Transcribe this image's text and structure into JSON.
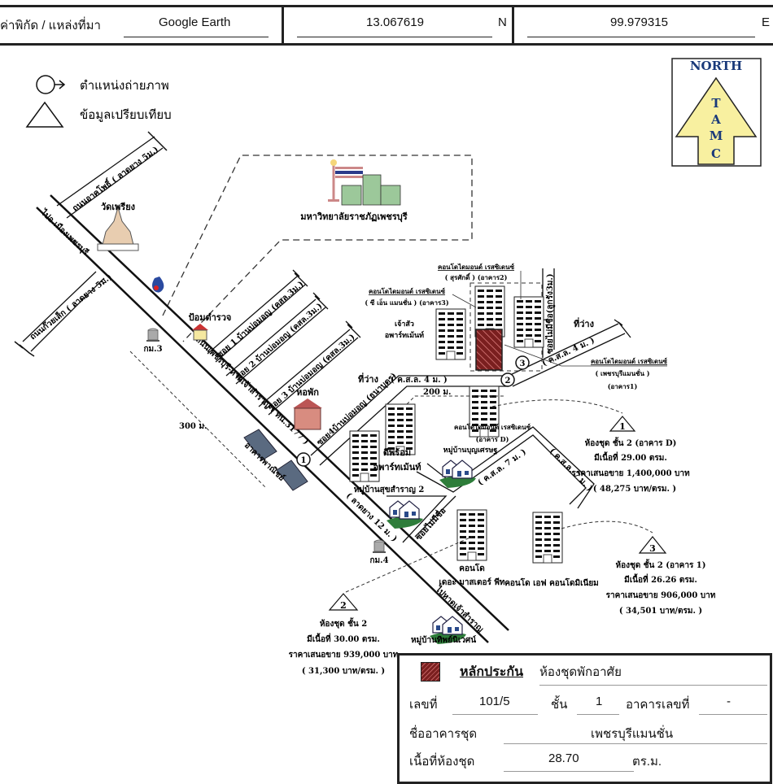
{
  "header": {
    "label": "ค่าพิกัด / แหล่งที่มา",
    "source": "Google Earth",
    "latitude": "13.067619",
    "lat_dir": "N",
    "longitude": "99.979315",
    "lon_dir": "E"
  },
  "legend": {
    "photo_position": "ตำแหน่งถ่ายภาพ",
    "comparison_data": "ข้อมูลเปรียบเทียบ"
  },
  "north_arrow": {
    "label": "NORTH",
    "letters": [
      "T",
      "A",
      "M",
      "C"
    ],
    "fill": "#f8f0a0",
    "text_color": "#1a3a7a"
  },
  "map": {
    "roads": {
      "main_road": "ถนนเพชรบุรี-หาดเจ้าสำราญ ( ทน.3177 )",
      "main_road_width": "( ลาดยาง 12 ม. )",
      "to_phetchaburi": "ไปอ.เมืองเพชรบุรี",
      "to_hat_chao_samran": "ไปหาดเจ้าสำราญ",
      "road_north": "ถนนอาคโพธิ์ ( ลาดยาง 5ม.)",
      "road_south": "ถนนก๊วยเส็ก ( ลาดยาง 5ม.)",
      "soi1": "ซอย 1 บ้านบ่อมอญ (คสล.3ม.)",
      "soi2": "ซอย 2 บ้านบ่อมอญ (คสล.3ม.)",
      "soi3": "ซอย 3 บ้านบ่อมอญ (คสล.3ม.)",
      "soi4": "ซอย4บ้านบ่อมอญ (ธนาบุตร)",
      "road_ksl4_a": "( ค.ส.ล. 4 ม. )",
      "road_ksl4_b": "( ค.ส.ล. 4 ม. )",
      "road_ksl7": "( ค.ส.ล. 7 ม. )",
      "road_ksl7_b": "( ค.ส.ล. 7 ม. )",
      "soi_no_name_1": "ซอยไม่มีชื่อ(ลูกรัง3ม.)",
      "soi_no_name_2": "ซอยไม่มีชื่อ"
    },
    "landmarks": {
      "temple": "วัดเพรียง",
      "university": "มหาวิทยาลัยราชภัฏเพชรบุรี",
      "police_box": "ป้อมตำรวจ",
      "km3": "กม.3",
      "km4": "กม.4",
      "dormitory": "หอพัก",
      "commercial": "อาคารพาณิชย์",
      "vacant1": "ที่ว่าง",
      "vacant2": "ที่ว่าง",
      "chao_sua": "เจ้าสัว\nอพาร์ทเม้นท์",
      "dee_prom": "ดีพร้อม\nอพาร์ทเม้นท์",
      "village_suk": "หมู่บ้านสุขสำราญ 2",
      "village_boon": "หมู่บ้านบุญเศรษฐ",
      "village_tip": "หมู่บ้านทิพย์นิเวศน์",
      "condo_master": "คอนโด\nเดอะ มาสเตอร์ พีท",
      "condo_f": "คอนโด เอฟ คอนโดมิเนียม",
      "condo_d_name": "คอนโดไดมอนด์ เรสซิเดนซ์",
      "condo_d_bldg": "(อาคาร D)",
      "condo2_name": "คอนโดไดมอนด์ เรสซิเดนซ์",
      "condo2_bldg": "( สุรศักดิ์ ) (อาคาร2)",
      "condo3_name": "คอนโดไดมอนด์ เรสซิเดนซ์",
      "condo3_bldg": "( ซี เอ็น แมนชั่น ) (อาคาร3)",
      "condo1_name": "คอนโดไดมอนด์ เรสซิเดนซ์",
      "condo1_sub": "( เพชรบุรีแมนชั่น )",
      "condo1_bldg": "(อาคาร1)"
    },
    "distances": {
      "d300": "300 ม.",
      "d200": "200 ม."
    },
    "photo_points": [
      "1",
      "2",
      "3"
    ],
    "comparisons": [
      {
        "id": "1",
        "line1": "ห้องชุด ชั้น 2 (อาคาร D)",
        "line2": "มีเนื้อที่ 29.00 ตรม.",
        "line3": "ราคาเสนอขาย 1,400,000 บาท",
        "line4": "( 48,275 บาท/ตรม. )"
      },
      {
        "id": "2",
        "line1": "ห้องชุด ชั้น 2",
        "line2": "มีเนื้อที่ 30.00 ตรม.",
        "line3": "ราคาเสนอขาย 939,000 บาท",
        "line4": "( 31,300 บาท/ตรม. )"
      },
      {
        "id": "3",
        "line1": "ห้องชุด ชั้น 2 (อาคาร 1)",
        "line2": "มีเนื้อที่ 26.26 ตรม.",
        "line3": "ราคาเสนอขาย 906,000 บาท",
        "line4": "( 34,501 บาท/ตรม. )"
      }
    ],
    "collateral_color": "#7a1f1f"
  },
  "info": {
    "collateral_label": "หลักประกัน",
    "collateral_type": "ห้องชุดพักอาศัย",
    "number_label": "เลขที่",
    "number_value": "101/5",
    "floor_label": "ชั้น",
    "floor_value": "1",
    "building_no_label": "อาคารเลขที่",
    "building_no_value": "-",
    "building_name_label": "ชื่ออาคารชุด",
    "building_name_value": "เพชรบุรีแมนชั่น",
    "area_label": "เนื้อที่ห้องชุด",
    "area_value": "28.70",
    "area_unit": "ตร.ม."
  }
}
